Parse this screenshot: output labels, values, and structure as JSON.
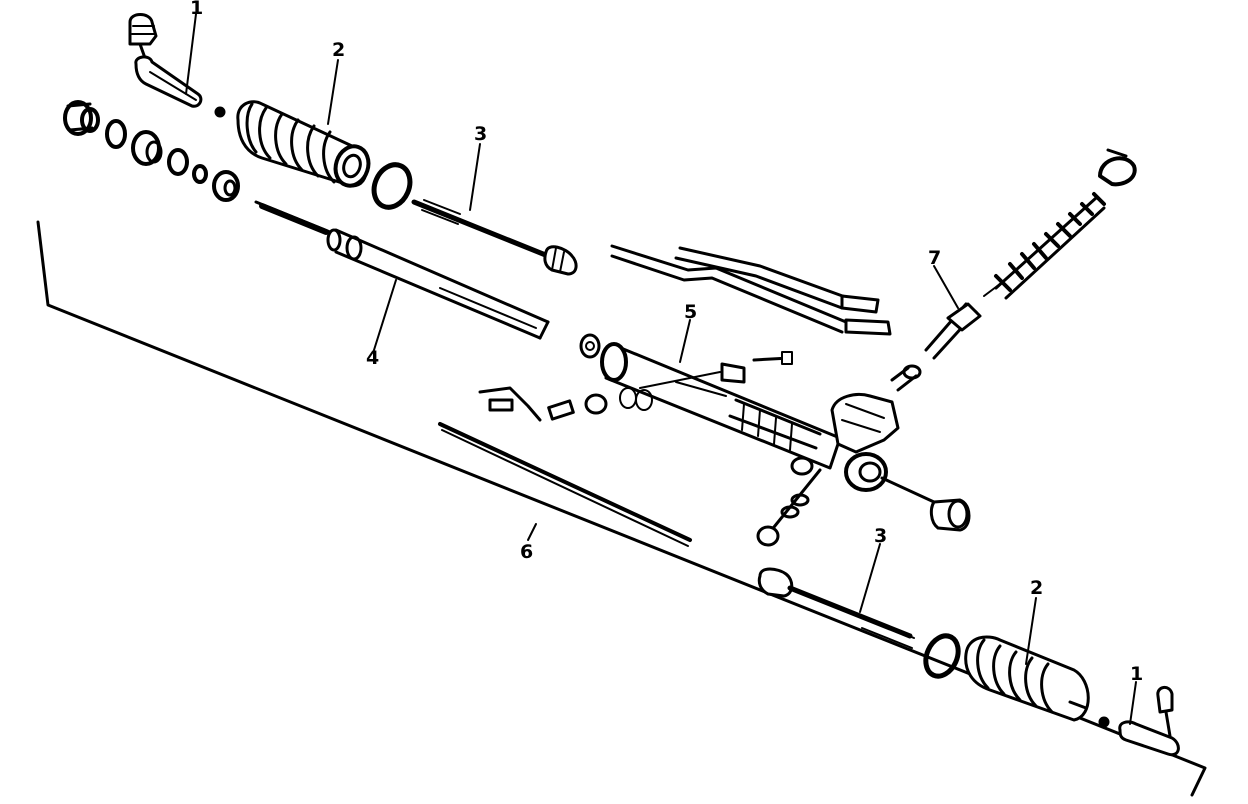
{
  "callouts": {
    "c1_top": "1",
    "c2_top": "2",
    "c3_top": "3",
    "c4": "4",
    "c5": "5",
    "c6": "6",
    "c7": "7",
    "c3_bottom": "3",
    "c2_bottom": "2",
    "c1_bottom": "1"
  }
}
